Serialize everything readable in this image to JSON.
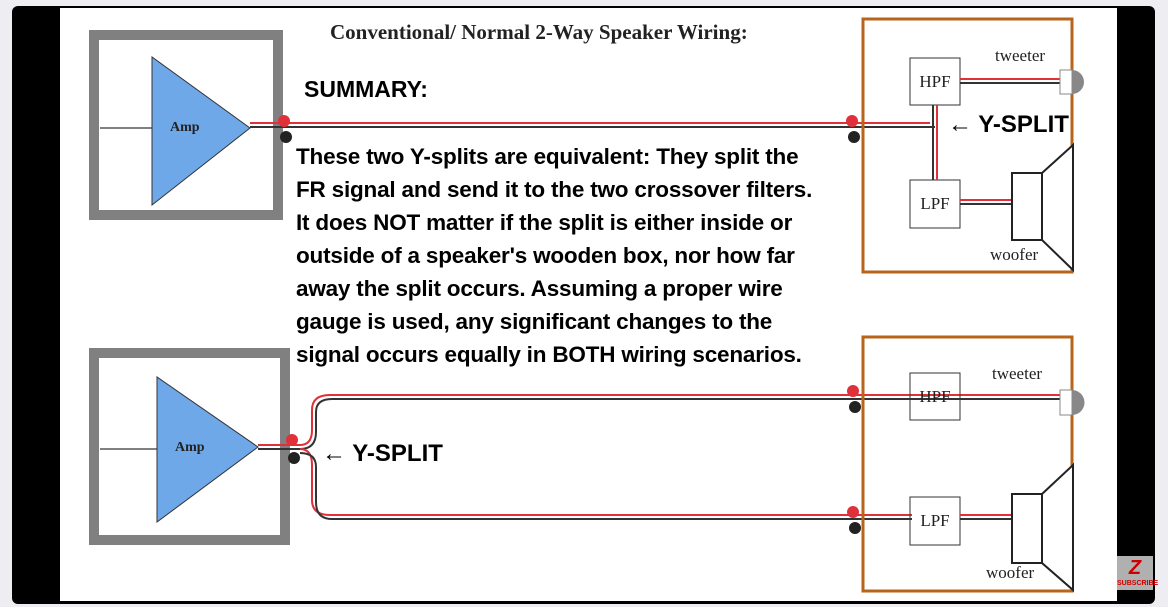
{
  "title": "Conventional/ Normal  2-Way Speaker Wiring:",
  "summary_heading": "SUMMARY:",
  "summary_lines": [
    "These two Y-splits are equivalent: They split the",
    "FR signal and send it to the two crossover filters.",
    "It does NOT matter if the split is either inside or",
    "outside of a speaker's wooden box, nor how far",
    "away the split occurs. Assuming a proper wire",
    "gauge is used, any significant changes to the",
    "signal occurs equally in BOTH wiring scenarios."
  ],
  "amp_label": "Amp",
  "y_split_label": "← Y-SPLIT",
  "hpf": "HPF",
  "lpf": "LPF",
  "tweeter": "tweeter",
  "woofer": "woofer",
  "logo_text": "SUBSCRIBE",
  "colors": {
    "amp": "#6fa8e8",
    "cabinet": "#b8651c",
    "wire_red": "#e0303a",
    "frame": "#808080"
  }
}
